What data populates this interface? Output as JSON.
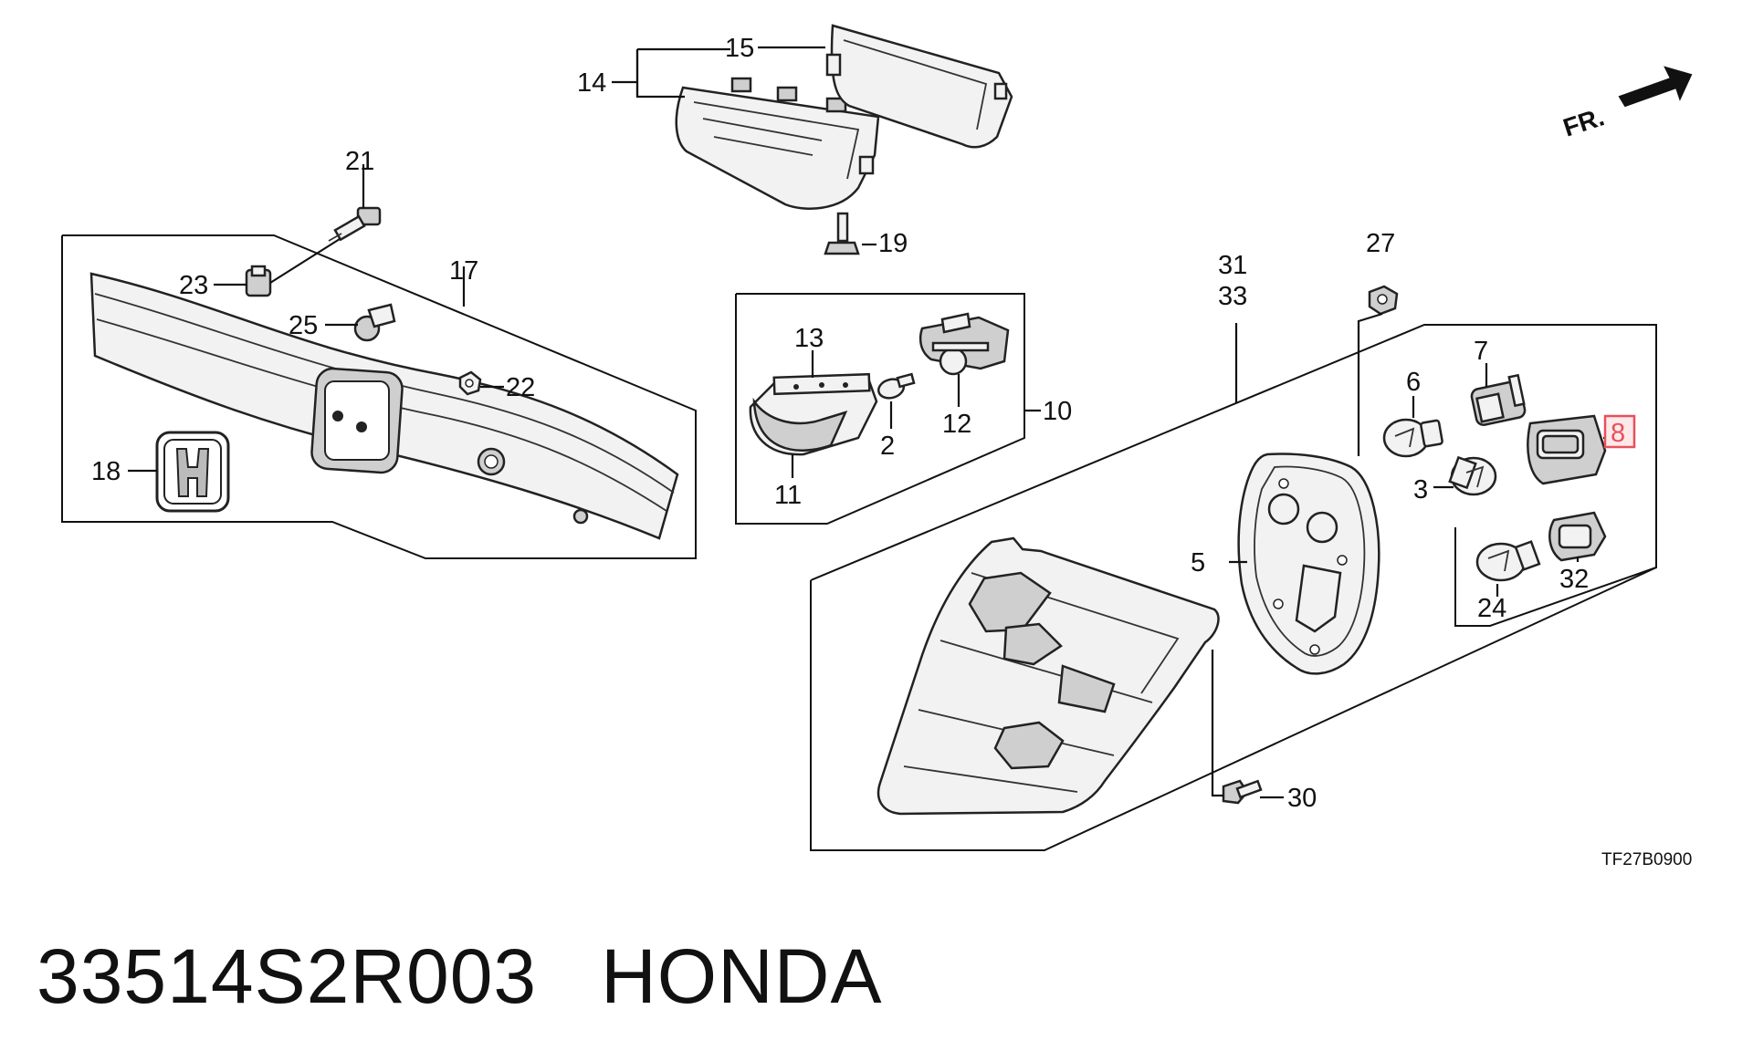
{
  "diagram": {
    "code": "TF27B0900",
    "direction_marker": "FR.",
    "highlighted_callout": "8",
    "callouts": [
      {
        "id": "c2",
        "label": "2"
      },
      {
        "id": "c3",
        "label": "3"
      },
      {
        "id": "c5",
        "label": "5"
      },
      {
        "id": "c6",
        "label": "6"
      },
      {
        "id": "c7",
        "label": "7"
      },
      {
        "id": "c8",
        "label": "8"
      },
      {
        "id": "c10",
        "label": "10"
      },
      {
        "id": "c11",
        "label": "11"
      },
      {
        "id": "c12",
        "label": "12"
      },
      {
        "id": "c13",
        "label": "13"
      },
      {
        "id": "c14",
        "label": "14"
      },
      {
        "id": "c15",
        "label": "15"
      },
      {
        "id": "c17",
        "label": "17"
      },
      {
        "id": "c18",
        "label": "18"
      },
      {
        "id": "c19",
        "label": "19"
      },
      {
        "id": "c21",
        "label": "21"
      },
      {
        "id": "c22",
        "label": "22"
      },
      {
        "id": "c23",
        "label": "23"
      },
      {
        "id": "c24",
        "label": "24"
      },
      {
        "id": "c25",
        "label": "25"
      },
      {
        "id": "c27",
        "label": "27"
      },
      {
        "id": "c30",
        "label": "30"
      },
      {
        "id": "c31",
        "label": "31"
      },
      {
        "id": "c32",
        "label": "32"
      },
      {
        "id": "c33",
        "label": "33"
      }
    ],
    "highlight_color": "#e8505b"
  },
  "caption": {
    "part_number": "33514S2R003",
    "brand": "HONDA"
  }
}
